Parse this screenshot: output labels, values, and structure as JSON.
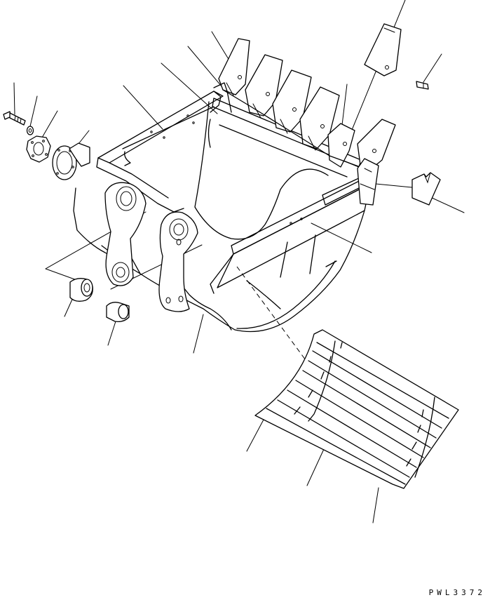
{
  "drawing": {
    "code": "PWL3372",
    "colors": {
      "line": "#000000",
      "background": "#ffffff"
    },
    "parts": [
      "bolt",
      "washer",
      "plate",
      "shim",
      "bucket-body",
      "tooth",
      "tooth-pin",
      "side-cutter",
      "side-plate",
      "boss",
      "bushing",
      "wear-plate-grid"
    ]
  }
}
